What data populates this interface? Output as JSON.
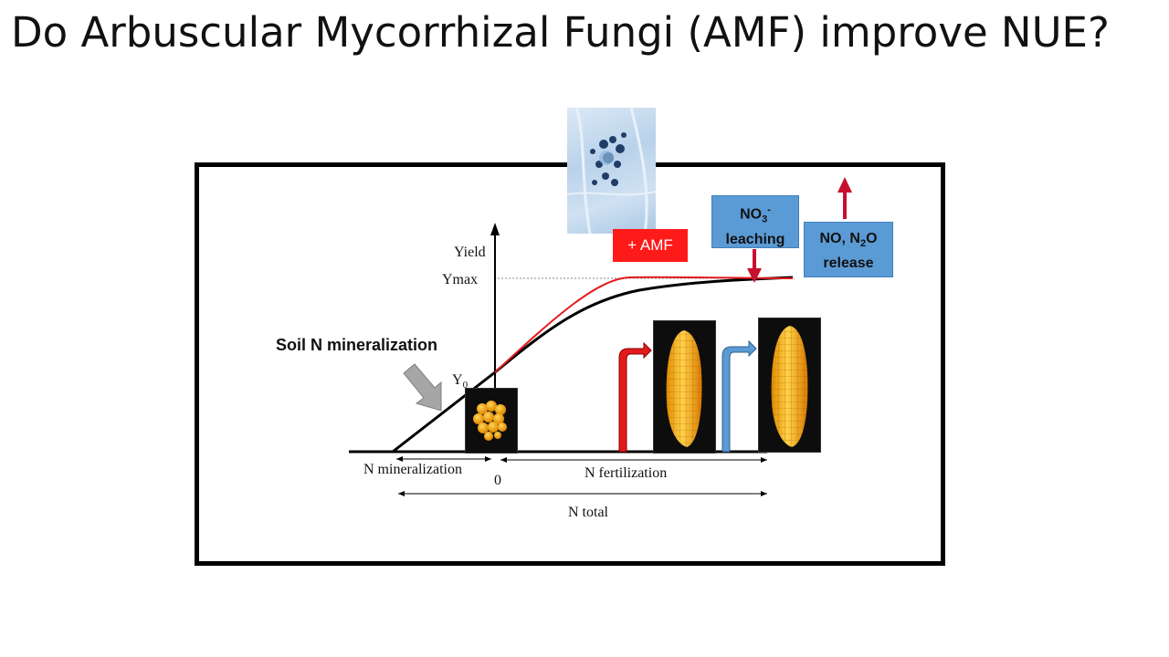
{
  "slide": {
    "title": "Do Arbuscular Mycorrhizal Fungi (AMF) improve NUE?"
  },
  "diagram": {
    "y_axis_label": "Yield",
    "ymax_label": "Ymax",
    "y0_label_main": "Y",
    "y0_label_sub": "0",
    "zero_label": "0",
    "soil_label": "Soil N mineralization",
    "amf_label": "+ AMF",
    "no3_main": "NO",
    "no3_sub": "3",
    "no3_sup": "-",
    "no3_second_line": "leaching",
    "nox_part1": "NO, N",
    "nox_sub": "2",
    "nox_part2": "O",
    "nox_second_line": "release",
    "range_mineralization": "N mineralization",
    "range_fertilization": "N fertilization",
    "range_total": "N total",
    "images": [
      "micrograph-image",
      "small-corn-cob-image",
      "large-corn-cob-image",
      "large-corn-cob-image-2"
    ],
    "colors": {
      "amf_curve": "#e31a1c",
      "baseline_curve": "#000000",
      "amf_box": "#ff1a1a",
      "process_box": "#5b9bd5",
      "loss_arrow": "#c8102e",
      "fert_arrow_red": "#e31a1c",
      "fert_arrow_blue": "#5b9bd5",
      "soil_arrow": "#a6a6a6"
    }
  }
}
